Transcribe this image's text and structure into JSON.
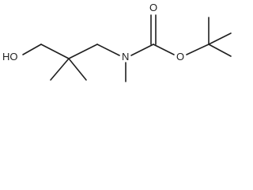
{
  "molecule": {
    "atoms": {
      "hydroxyl": "HO",
      "nitrogen": "N",
      "ester_oxygen": "O",
      "carbonyl_oxygen": "O"
    },
    "colors": {
      "bond": "#1f1f1f",
      "label": "#1f1f1f",
      "background": "#ffffff"
    }
  }
}
